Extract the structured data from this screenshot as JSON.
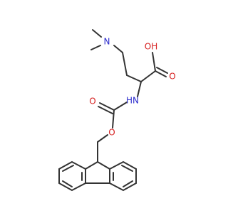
{
  "colors": {
    "carbon_bond": "#333333",
    "oxygen": "#d62020",
    "nitrogen": "#2a2acc",
    "background": "#ffffff"
  },
  "atoms": {
    "n_dimethyl": "N",
    "oh": "OH",
    "o_carbonyl_acid": "O",
    "hn": "HN",
    "o_carbonyl_carbamate": "O",
    "o_ester": "O"
  }
}
